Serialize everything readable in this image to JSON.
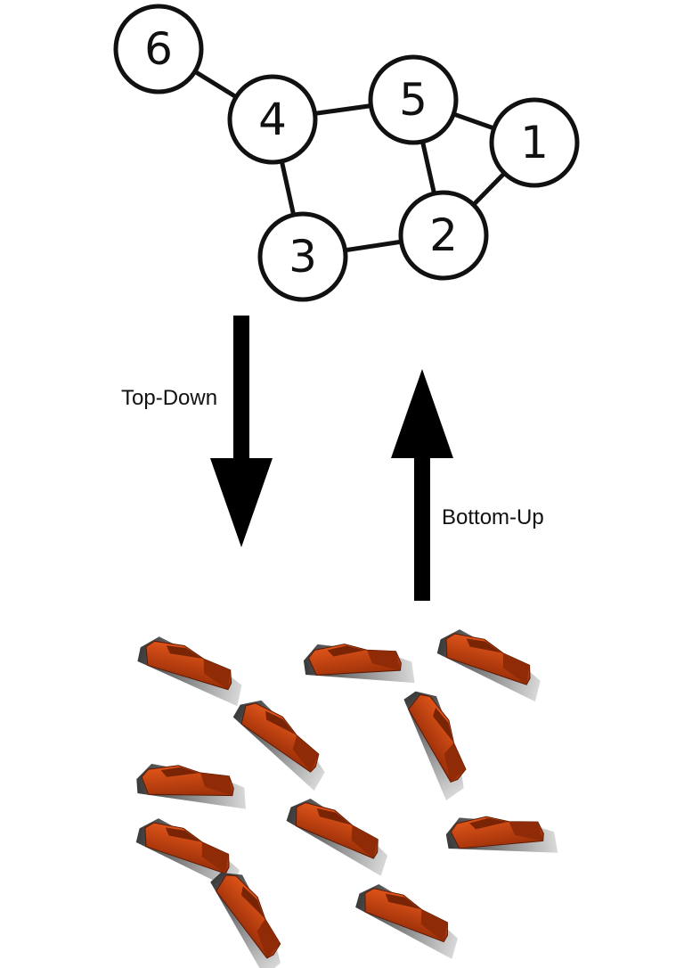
{
  "graph": {
    "nodes": [
      {
        "id": "1",
        "label": "1"
      },
      {
        "id": "2",
        "label": "2"
      },
      {
        "id": "3",
        "label": "3"
      },
      {
        "id": "4",
        "label": "4"
      },
      {
        "id": "5",
        "label": "5"
      },
      {
        "id": "6",
        "label": "6"
      }
    ],
    "edges": [
      [
        "6",
        "4"
      ],
      [
        "4",
        "5"
      ],
      [
        "4",
        "3"
      ],
      [
        "5",
        "1"
      ],
      [
        "5",
        "2"
      ],
      [
        "1",
        "2"
      ],
      [
        "3",
        "2"
      ]
    ]
  },
  "arrows": {
    "top_down_label": "Top-Down",
    "bottom_up_label": "Bottom-Up"
  },
  "colors": {
    "stroke": "#111111",
    "node_fill": "#ffffff",
    "car_body": "#c1440e",
    "car_dark": "#6e1f05",
    "shadow": "#8a8a8a"
  }
}
